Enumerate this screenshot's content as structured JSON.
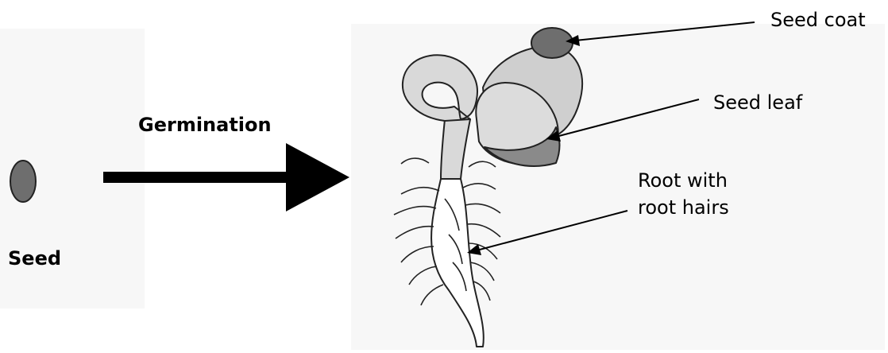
{
  "labels": {
    "germination": "Germination",
    "seed": "Seed",
    "seed_coat": "Seed coat",
    "seed_leaf": "Seed leaf",
    "root_line1": "Root with",
    "root_line2": "root hairs"
  },
  "colors": {
    "background_panel": "#f7f7f7",
    "seed_fill": "#6e6e6e",
    "stem_fill": "#d9d9d9",
    "leaf_fill": "#cfcfcf",
    "leaf_shadow": "#8a8a8a",
    "root_fill": "#ffffff",
    "outline": "#222222",
    "arrow": "#000000"
  }
}
